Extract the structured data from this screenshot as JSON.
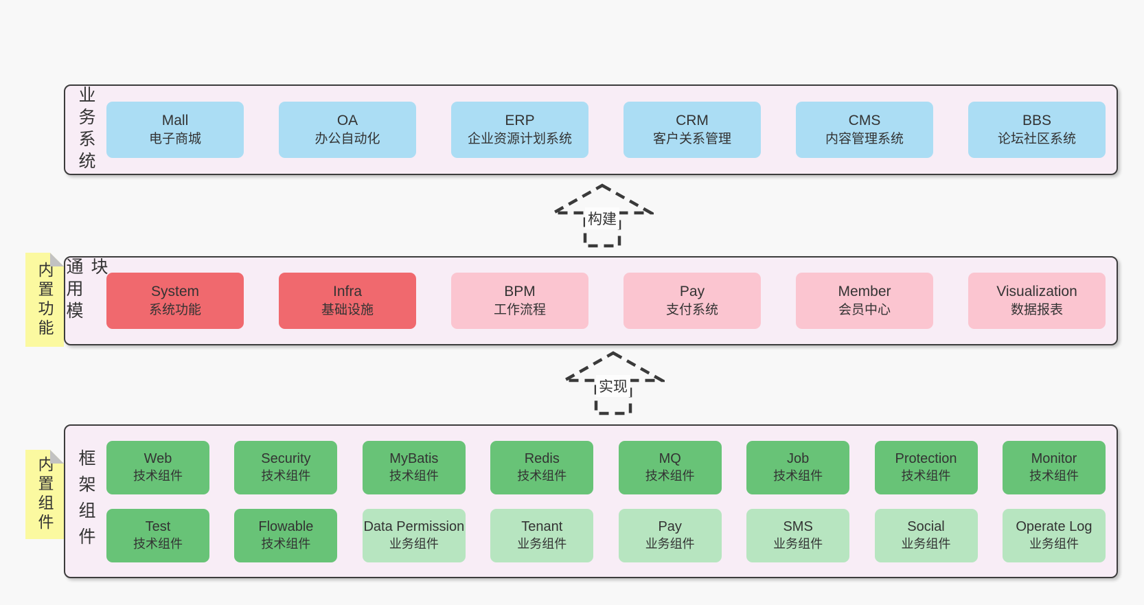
{
  "diagram": {
    "layers": [
      {
        "label": "业务系统",
        "boxes": [
          {
            "title": "Mall",
            "subtitle": "电子商城"
          },
          {
            "title": "OA",
            "subtitle": "办公自动化"
          },
          {
            "title": "ERP",
            "subtitle": "企业资源计划系统"
          },
          {
            "title": "CRM",
            "subtitle": "客户关系管理"
          },
          {
            "title": "CMS",
            "subtitle": "内容管理系统"
          },
          {
            "title": "BBS",
            "subtitle": "论坛社区系统"
          }
        ]
      },
      {
        "label": "通用模块",
        "tab": "内置功能",
        "boxes": [
          {
            "title": "System",
            "subtitle": "系统功能"
          },
          {
            "title": "Infra",
            "subtitle": "基础设施"
          },
          {
            "title": "BPM",
            "subtitle": "工作流程"
          },
          {
            "title": "Pay",
            "subtitle": "支付系统"
          },
          {
            "title": "Member",
            "subtitle": "会员中心"
          },
          {
            "title": "Visualization",
            "subtitle": "数据报表"
          }
        ]
      },
      {
        "label": "框架组件",
        "tab": "内置组件",
        "rows": [
          [
            {
              "title": "Web",
              "subtitle": "技术组件"
            },
            {
              "title": "Security",
              "subtitle": "技术组件"
            },
            {
              "title": "MyBatis",
              "subtitle": "技术组件"
            },
            {
              "title": "Redis",
              "subtitle": "技术组件"
            },
            {
              "title": "MQ",
              "subtitle": "技术组件"
            },
            {
              "title": "Job",
              "subtitle": "技术组件"
            },
            {
              "title": "Protection",
              "subtitle": "技术组件"
            },
            {
              "title": "Monitor",
              "subtitle": "技术组件"
            }
          ],
          [
            {
              "title": "Test",
              "subtitle": "技术组件"
            },
            {
              "title": "Flowable",
              "subtitle": "技术组件"
            },
            {
              "title": "Data Permission",
              "subtitle": "业务组件"
            },
            {
              "title": "Tenant",
              "subtitle": "业务组件"
            },
            {
              "title": "Pay",
              "subtitle": "业务组件"
            },
            {
              "title": "SMS",
              "subtitle": "业务组件"
            },
            {
              "title": "Social",
              "subtitle": "业务组件"
            },
            {
              "title": "Operate Log",
              "subtitle": "业务组件"
            }
          ]
        ]
      }
    ],
    "arrows": [
      {
        "label": "构建"
      },
      {
        "label": "实现"
      }
    ],
    "colors": {
      "page_bg": "#f8f8f8",
      "layer_bg": "#f8edf6",
      "layer_border": "#3c3c3c",
      "business_box_blue": "#abddf4",
      "core_module_red": "#f0696e",
      "module_pink": "#fbc5d0",
      "tech_component_green": "#68c377",
      "biz_component_lightgreen": "#b7e5c0",
      "sticky_tab_yellow": "#fbf9a0",
      "fold_gray": "#c2c2c2",
      "text": "#333333"
    }
  }
}
